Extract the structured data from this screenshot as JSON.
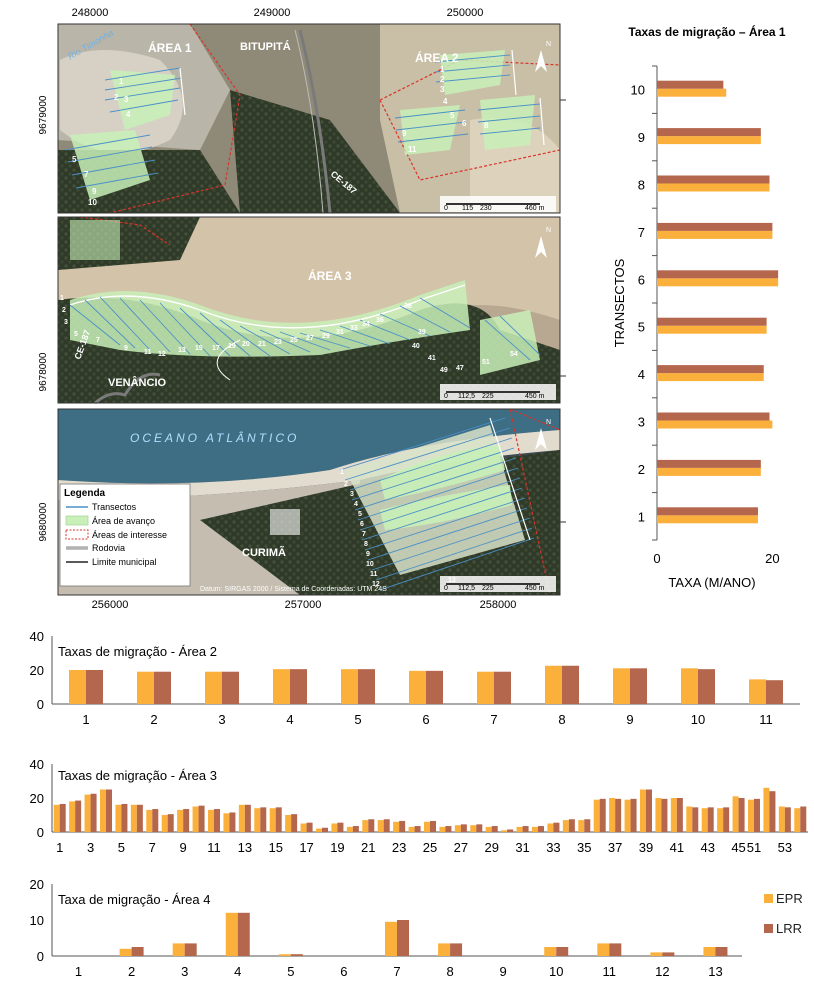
{
  "colors": {
    "epr": "#fbb03b",
    "lrr": "#b5674e",
    "axis": "#555555",
    "boundary": "#d9342b",
    "transect": "#4a90c8",
    "advance": "#c8f0b8"
  },
  "map": {
    "top_ticks": [
      "248000",
      "249000",
      "250000"
    ],
    "bottom_ticks": [
      "256000",
      "257000",
      "258000"
    ],
    "left_ticks": [
      "9679000",
      "9678000",
      "9680000"
    ],
    "panel1": {
      "area1": "ÁREA 1",
      "area2": "ÁREA 2",
      "place": "BITUPITÁ",
      "river": "Rio Timonha",
      "road": "CE-187",
      "scale": [
        "0",
        "115",
        "230",
        "460 m"
      ],
      "labels_a1": [
        "1",
        "2",
        "3",
        "4",
        "5",
        "7",
        "9",
        "10"
      ],
      "labels_a2": [
        "1",
        "2",
        "3",
        "4",
        "5",
        "6",
        "8",
        "9",
        "11"
      ]
    },
    "panel2": {
      "area": "ÁREA 3",
      "place": "VENÂNCIO",
      "road": "CE-187",
      "scale": [
        "0",
        "112,5",
        "225",
        "450 m"
      ],
      "labels": [
        "1",
        "2",
        "3",
        "5",
        "7",
        "9",
        "11",
        "12",
        "13",
        "15",
        "17",
        "19",
        "20",
        "21",
        "23",
        "25",
        "27",
        "29",
        "31",
        "33",
        "34",
        "36",
        "38",
        "39",
        "40",
        "41",
        "47",
        "49",
        "51",
        "54"
      ]
    },
    "panel3": {
      "ocean": "OCEANO ATLÂNTICO",
      "place": "CURIMÃ",
      "scale": [
        "0",
        "112,5",
        "225",
        "450 m"
      ],
      "labels": [
        "1",
        "2",
        "3",
        "4",
        "5",
        "6",
        "7",
        "8",
        "9",
        "10",
        "11",
        "12",
        "13"
      ],
      "datum": "Datum: SIRGAS 2000 / Sistema de Coordenadas: UTM 24S"
    },
    "north": "N",
    "legend": {
      "title": "Legenda",
      "items": [
        "Transectos",
        "Área de avanço",
        "Áreas de interesse",
        "Rodovia",
        "Limite municipal"
      ]
    }
  },
  "legend": {
    "epr": "EPR",
    "lrr": "LRR"
  },
  "chart_data": [
    {
      "type": "bar",
      "orientation": "horizontal",
      "title": "Taxas de migração – Área 1",
      "ylabel": "TRANSECTOS",
      "xlabel": "TAXA (M/ANO)",
      "categories": [
        "1",
        "2",
        "3",
        "4",
        "5",
        "6",
        "7",
        "8",
        "9",
        "10"
      ],
      "xticks": [
        "0",
        "20"
      ],
      "xlim": [
        0,
        26
      ],
      "series": [
        {
          "name": "EPR",
          "values": [
            17.5,
            18,
            20,
            18.5,
            19,
            21,
            20,
            19.5,
            18,
            12
          ]
        },
        {
          "name": "LRR",
          "values": [
            17.5,
            18,
            19.5,
            18.5,
            19,
            21,
            20,
            19.5,
            18,
            11.5
          ]
        }
      ]
    },
    {
      "type": "bar",
      "title": "Taxas de migração - Área 2",
      "categories": [
        "1",
        "2",
        "3",
        "4",
        "5",
        "6",
        "7",
        "8",
        "9",
        "10",
        "11"
      ],
      "yticks": [
        "0",
        "20",
        "40"
      ],
      "ylim": [
        0,
        40
      ],
      "series": [
        {
          "name": "EPR",
          "values": [
            20,
            19,
            19,
            20.5,
            20.5,
            19.5,
            19,
            22.5,
            21,
            21,
            14.5
          ]
        },
        {
          "name": "LRR",
          "values": [
            20,
            19,
            19,
            20.5,
            20.5,
            19.5,
            19,
            22.5,
            21,
            20.5,
            14
          ]
        }
      ]
    },
    {
      "type": "bar",
      "title": "Taxas de migração  - Área 3",
      "categories": [
        "1",
        "2",
        "3",
        "4",
        "5",
        "6",
        "7",
        "8",
        "9",
        "10",
        "11",
        "12",
        "13",
        "14",
        "15",
        "16",
        "17",
        "18",
        "19",
        "20",
        "21",
        "22",
        "23",
        "24",
        "25",
        "26",
        "27",
        "28",
        "29",
        "30",
        "31",
        "32",
        "33",
        "34",
        "35",
        "36",
        "37",
        "38",
        "39",
        "40",
        "41",
        "42",
        "43",
        "44",
        "45",
        "51",
        "52",
        "53",
        "54"
      ],
      "xticks": [
        "1",
        "3",
        "5",
        "7",
        "9",
        "11",
        "13",
        "15",
        "17",
        "19",
        "21",
        "23",
        "25",
        "27",
        "29",
        "31",
        "33",
        "35",
        "37",
        "39",
        "41",
        "43",
        "45",
        "51",
        "53"
      ],
      "yticks": [
        "0",
        "20",
        "40"
      ],
      "ylim": [
        0,
        40
      ],
      "series": [
        {
          "name": "EPR",
          "values": [
            16,
            18,
            22,
            25,
            16,
            16,
            13,
            10,
            13,
            15,
            13,
            11,
            16,
            14,
            14,
            10,
            5,
            2,
            5,
            3,
            7,
            7,
            6,
            3,
            6,
            3,
            4,
            4,
            3,
            1,
            3,
            3,
            5,
            7,
            7,
            19,
            20,
            19,
            25,
            20,
            20,
            15,
            14,
            14,
            21,
            19,
            26,
            15,
            14
          ]
        },
        {
          "name": "LRR",
          "values": [
            16.5,
            18.5,
            22.5,
            25,
            16.5,
            16,
            13.5,
            10.5,
            13.5,
            15.5,
            13.5,
            11.5,
            16,
            14.5,
            14.5,
            10.5,
            5.5,
            2.5,
            5.5,
            3.5,
            7.5,
            7.5,
            6.5,
            3.5,
            6.5,
            3.5,
            4.5,
            4.5,
            3.5,
            1.5,
            3.5,
            3.5,
            5.5,
            7.5,
            7.5,
            19.5,
            19.5,
            19.5,
            25,
            19.5,
            20,
            14.5,
            14.5,
            14.5,
            20,
            19.5,
            24,
            14.5,
            15
          ]
        }
      ]
    },
    {
      "type": "bar",
      "title": "Taxa de migração - Área 4",
      "categories": [
        "1",
        "2",
        "3",
        "4",
        "5",
        "6",
        "7",
        "8",
        "9",
        "10",
        "11",
        "12",
        "13"
      ],
      "yticks": [
        "0",
        "10",
        "20"
      ],
      "ylim": [
        0,
        20
      ],
      "series": [
        {
          "name": "EPR",
          "values": [
            0,
            2,
            3.5,
            12,
            0.5,
            0,
            9.5,
            3.5,
            0,
            2.5,
            3.5,
            1,
            2.5
          ]
        },
        {
          "name": "LRR",
          "values": [
            0,
            2.5,
            3.5,
            12,
            0.5,
            0,
            10,
            3.5,
            0,
            2.5,
            3.5,
            1,
            2.5
          ]
        }
      ]
    }
  ]
}
